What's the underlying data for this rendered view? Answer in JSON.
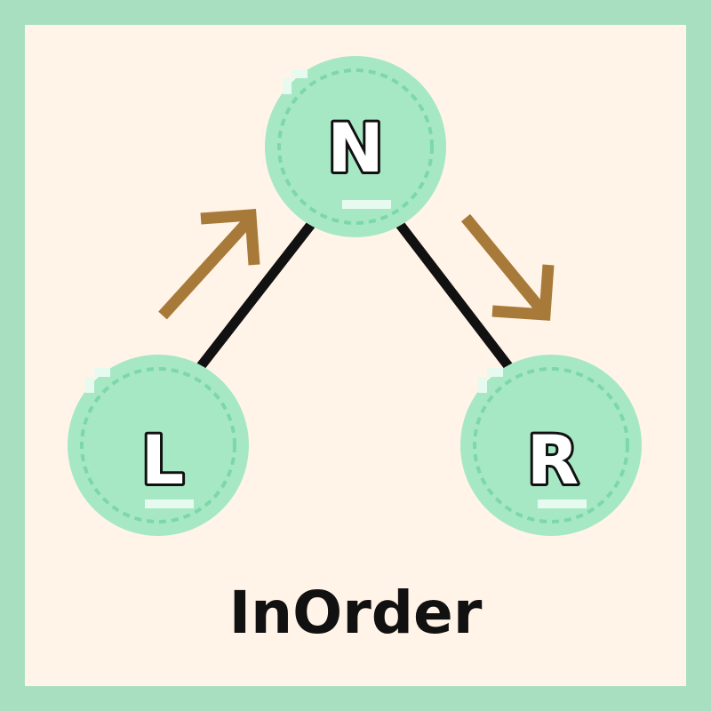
{
  "colors": {
    "border": "#a8dfc0",
    "background": "#fff4e7",
    "node_fill": "#a6e8c4",
    "node_ring_dark": "#7dd7a9",
    "node_highlight": "#e7faef",
    "edge": "#111111",
    "arrow": "#a87a3a"
  },
  "nodes": [
    {
      "id": "root",
      "label": "N"
    },
    {
      "id": "left",
      "label": "L"
    },
    {
      "id": "right",
      "label": "R"
    }
  ],
  "edges": [
    {
      "from": "root",
      "to": "left"
    },
    {
      "from": "root",
      "to": "right"
    }
  ],
  "traversal_arrows": [
    {
      "from": "left",
      "to": "root",
      "icon": "arrow-up-right-icon"
    },
    {
      "from": "root",
      "to": "right",
      "icon": "arrow-down-right-icon"
    }
  ],
  "caption": "InOrder"
}
